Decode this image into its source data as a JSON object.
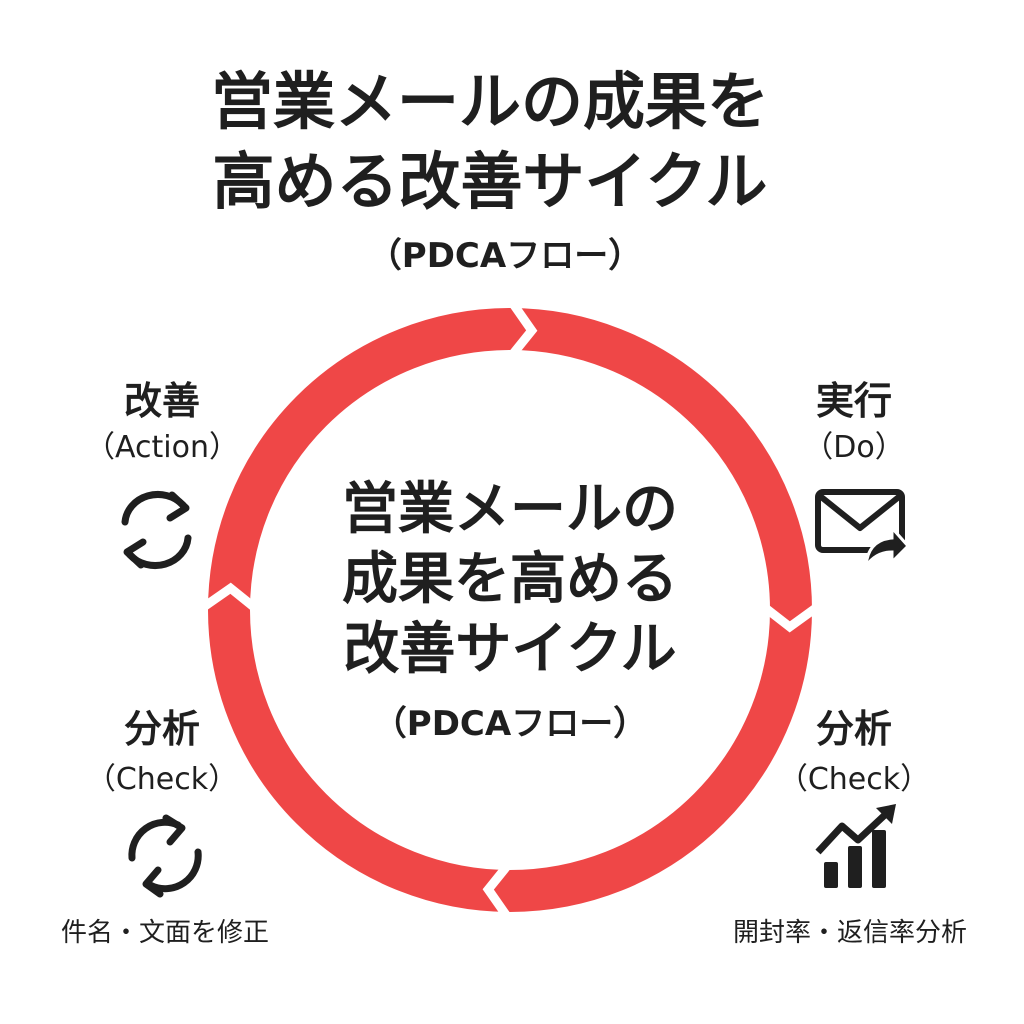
{
  "title": {
    "line1": "営業メールの成果を",
    "line2": "高める改善サイクル",
    "subtitle": "（PDCAフロー）"
  },
  "center": {
    "line1": "営業メールの",
    "line2": "成果を高める",
    "line3": "改善サイクル",
    "subtitle": "（PDCAフロー）"
  },
  "ring": {
    "color": "#EF4747",
    "segments": 4
  },
  "stages": [
    {
      "label": "改善",
      "sub": "（Action）",
      "icon": "sync-icon"
    },
    {
      "label": "実行",
      "sub": "（Do）",
      "icon": "mail-forward-icon"
    },
    {
      "label": "分析",
      "sub": "（Check）",
      "icon": "bar-chart-trend-icon",
      "caption": "開封率・返信率分析"
    },
    {
      "label": "分析",
      "sub": "（Check）",
      "icon": "sync-icon",
      "caption": "件名・文面を修正"
    }
  ]
}
